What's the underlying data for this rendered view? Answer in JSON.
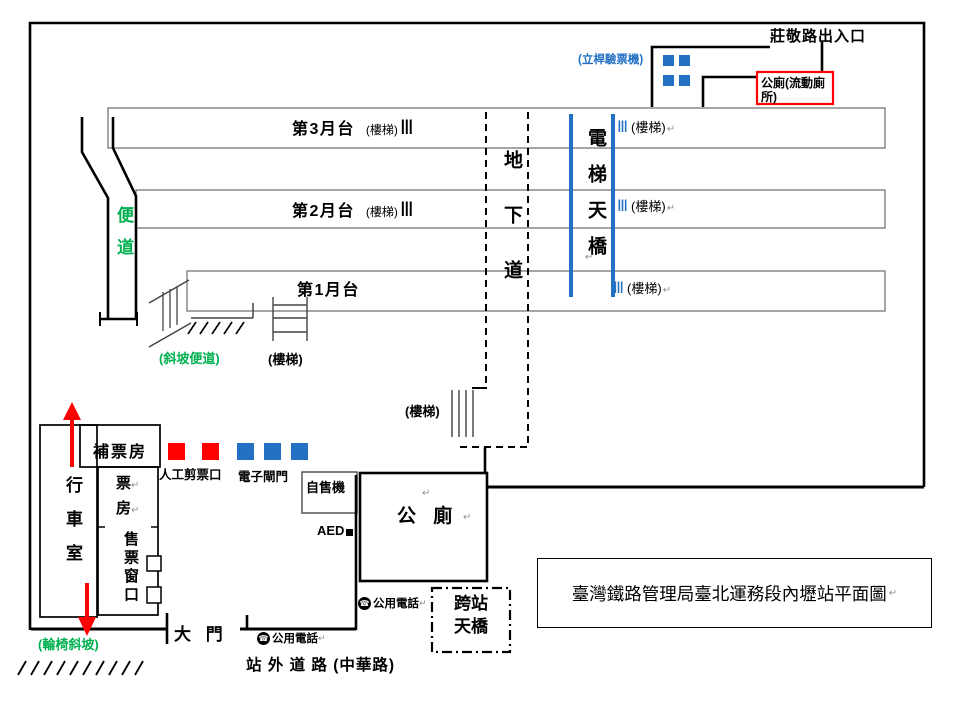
{
  "title": "臺灣鐵路管理局臺北運務段內壢站平面圖",
  "colors": {
    "accent_blue": "#2471C4",
    "accent_green": "#00B050",
    "accent_red": "#FF0000",
    "platform_line_gray": "#7F7F7F"
  },
  "icons": {
    "return_mark": "↵",
    "phone_icon": "☎",
    "aed_marker": "■"
  },
  "top_area": {
    "street_exit": "莊敬路出入口",
    "pole_gate": "(立桿驗票機)",
    "portable_toilet": "公廁(流動廁所)"
  },
  "platforms": [
    {
      "name": "第3月台",
      "stair_note": "(樓梯)",
      "roman": "Ⅲ",
      "right_roman": "Ⅲ",
      "right_stair": "(樓梯)"
    },
    {
      "name": "第2月台",
      "stair_note": "(樓梯)",
      "roman": "Ⅲ",
      "right_roman": "Ⅲ",
      "right_stair": "(樓梯)"
    },
    {
      "name": "第1月台",
      "right_roman": "Ⅲ",
      "right_stair": "(樓梯)"
    }
  ],
  "underpass": {
    "label": "地下道",
    "stairs": "(樓梯)"
  },
  "elevator_bridge": {
    "label": "電梯天橋"
  },
  "side_path": {
    "label": "便道",
    "ramp": "(斜坡便道)",
    "stairs": "(樓梯)"
  },
  "station_house": {
    "fare_adjustment": "補票房",
    "operation_room": "行車室",
    "ticket_room_line1": "票",
    "ticket_room_line2": "房",
    "ticket_window": "售票窗口",
    "manual_gate": "人工剪票口",
    "electronic_gate": "電子閘門",
    "ticket_machine": "自售機",
    "aed": "AED",
    "public_toilet": "公 廁",
    "main_gate": "大 門",
    "wheelchair_ramp": "(輪椅斜坡)"
  },
  "bottom_area": {
    "payphone": "公用電話",
    "cross_station_bridge_line1": "跨站",
    "cross_station_bridge_line2": "天橋",
    "outside_road": "站 外 道 路 (中華路)"
  }
}
